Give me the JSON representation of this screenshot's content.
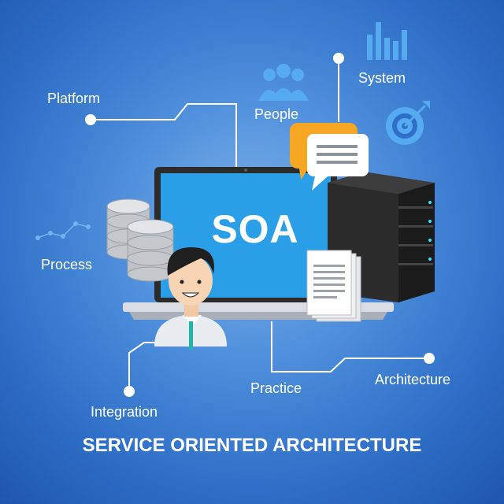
{
  "labels": {
    "platform": "Platform",
    "people": "People",
    "system": "System",
    "process": "Process",
    "integration": "Integration",
    "practice": "Practice",
    "architecture": "Architecture"
  },
  "screen_text": "SOA",
  "footer_title": "SERVICE ORIENTED ARCHITECTURE",
  "colors": {
    "background": "#2f6fc8",
    "screen": "#2a9fe8",
    "bubble_front": "#ffffff",
    "bubble_back": "#f5a623",
    "server": "#2b2b2b",
    "line": "#ffffff"
  },
  "icons": [
    "people-icon",
    "bar-chart-icon",
    "target-icon",
    "database-icon",
    "server-icon",
    "document-icon",
    "chat-bubble-icon",
    "person-avatar"
  ]
}
